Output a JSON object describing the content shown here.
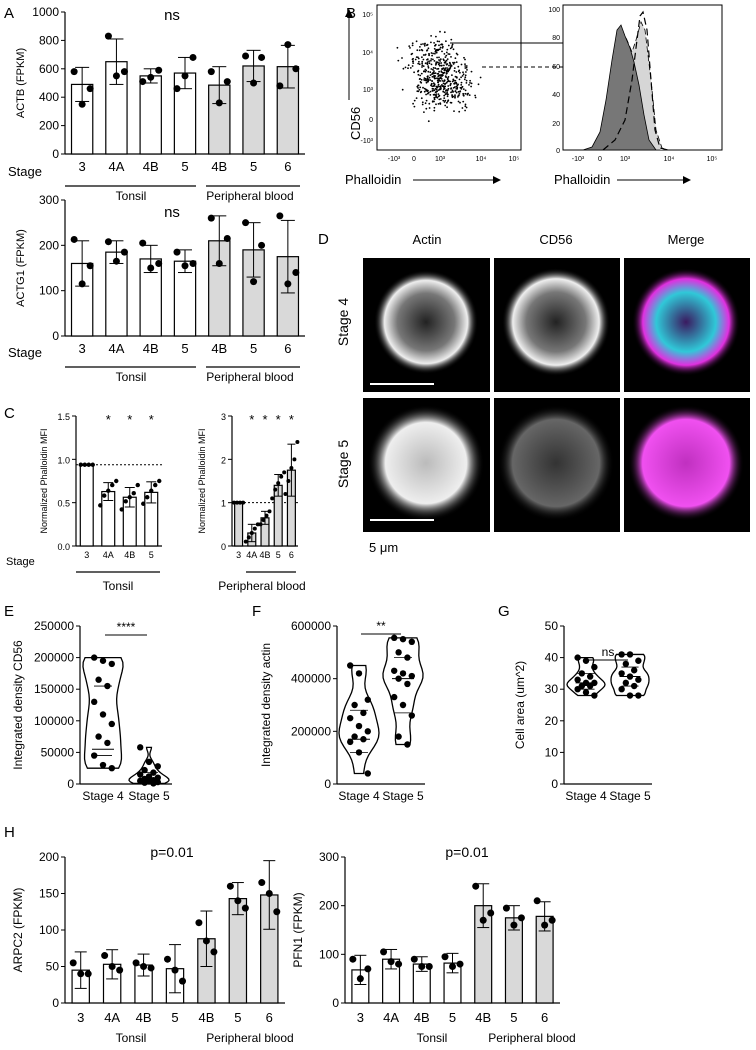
{
  "panel_labels": {
    "A": "A",
    "B": "B",
    "C": "C",
    "D": "D",
    "E": "E",
    "F": "F",
    "G": "G",
    "H": "H"
  },
  "colors": {
    "tonsil_bar": "#ffffff",
    "blood_bar": "#d9d9d9",
    "edge": "#000000",
    "cyan": "#30c8d8",
    "magenta": "#e030e0"
  },
  "panel_a": {
    "stage_word": "Stage",
    "tonsil_label": "Tonsil",
    "blood_label": "Peripheral blood",
    "top": {
      "ylabel": "ACTB (FPKM)",
      "sig": "ns",
      "ticks": [
        "0",
        "200",
        "400",
        "600",
        "800",
        "1000"
      ]
    },
    "bottom": {
      "ylabel": "ACTG1 (FPKM)",
      "sig": "ns",
      "ticks": [
        "0",
        "100",
        "200",
        "300"
      ]
    }
  },
  "panel_b": {
    "dot_xlabel": "Phalloidin",
    "dot_ylabel": "CD56",
    "dot_xticks": [
      "-10³",
      "0",
      "10³",
      "10⁴",
      "10⁵"
    ],
    "dot_yticks": [
      "10⁵",
      "10⁴",
      "10³",
      "0",
      "-10³"
    ],
    "hist_xlabel": "Phalloidin",
    "hist_xticks": [
      "-10³",
      "0",
      "10³",
      "10⁴",
      "10⁵"
    ],
    "hist_yticks": [
      "100",
      "80",
      "60",
      "40",
      "20",
      "0"
    ]
  },
  "panel_c": {
    "ylabel": "Normalized Phalloidin MFI",
    "stage_word": "Stage",
    "left_group": "Tonsil",
    "right_group": "Peripheral blood",
    "left_yticks": [
      "0.0",
      "0.5",
      "1.0",
      "1.5"
    ],
    "right_yticks": [
      "0",
      "1",
      "2",
      "3"
    ]
  },
  "panel_d": {
    "cols": [
      "Actin",
      "CD56",
      "Merge"
    ],
    "rows": [
      "Stage 4",
      "Stage 5"
    ],
    "scale": "5 μm"
  },
  "panel_e": {
    "ylabel": "Integrated density CD56",
    "sig": "****",
    "yticks": [
      "0",
      "50000",
      "100000",
      "150000",
      "200000",
      "250000"
    ]
  },
  "panel_f": {
    "ylabel": "Integrated density actin",
    "sig": "**",
    "yticks": [
      "0",
      "200000",
      "400000",
      "600000"
    ]
  },
  "panel_g": {
    "ylabel": "Cell area (um^2)",
    "sig": "ns",
    "yticks": [
      "0",
      "10",
      "20",
      "30",
      "40",
      "50"
    ]
  },
  "panel_h": {
    "left": {
      "ylabel": "ARPC2 (FPKM)",
      "sig": "p=0.01",
      "yticks": [
        "0",
        "50",
        "100",
        "150",
        "200"
      ]
    },
    "right": {
      "ylabel": "PFN1 (FPKM)",
      "sig": "p=0.01",
      "yticks": [
        "0",
        "100",
        "200",
        "300"
      ]
    },
    "tonsil_label": "Tonsil",
    "blood_label": "Peripheral blood"
  },
  "chart_data": [
    {
      "id": "A_top",
      "type": "bar",
      "categories": [
        "3",
        "4A",
        "4B",
        "5",
        "4B",
        "5",
        "6"
      ],
      "groups": [
        "Tonsil",
        "Tonsil",
        "Tonsil",
        "Tonsil",
        "Peripheral blood",
        "Peripheral blood",
        "Peripheral blood"
      ],
      "values": [
        490,
        650,
        550,
        570,
        485,
        620,
        615
      ],
      "err": [
        120,
        160,
        50,
        110,
        130,
        110,
        150
      ],
      "points": [
        [
          580,
          350,
          460
        ],
        [
          830,
          550,
          580
        ],
        [
          510,
          540,
          590
        ],
        [
          460,
          550,
          680
        ],
        [
          580,
          360,
          510
        ],
        [
          690,
          500,
          680
        ],
        [
          480,
          770,
          600
        ]
      ],
      "ylabel": "ACTB (FPKM)",
      "ylim": [
        0,
        1000
      ],
      "annotation": "ns"
    },
    {
      "id": "A_bottom",
      "type": "bar",
      "categories": [
        "3",
        "4A",
        "4B",
        "5",
        "4B",
        "5",
        "6"
      ],
      "groups": [
        "Tonsil",
        "Tonsil",
        "Tonsil",
        "Tonsil",
        "Peripheral blood",
        "Peripheral blood",
        "Peripheral blood"
      ],
      "values": [
        160,
        185,
        170,
        165,
        210,
        190,
        175
      ],
      "err": [
        50,
        25,
        30,
        25,
        55,
        60,
        80
      ],
      "points": [
        [
          213,
          115,
          155
        ],
        [
          208,
          165,
          185
        ],
        [
          205,
          150,
          160
        ],
        [
          185,
          155,
          160
        ],
        [
          260,
          160,
          215
        ],
        [
          250,
          120,
          200
        ],
        [
          265,
          115,
          140
        ]
      ],
      "ylabel": "ACTG1 (FPKM)",
      "ylim": [
        0,
        300
      ],
      "annotation": "ns"
    },
    {
      "id": "C_left",
      "type": "bar",
      "group": "Tonsil",
      "categories": [
        "3",
        "4A",
        "4B",
        "5"
      ],
      "values": [
        1.0,
        0.67,
        0.6,
        0.66
      ],
      "err": [
        0.01,
        0.11,
        0.12,
        0.13
      ],
      "points": [
        [
          1.0,
          1.0,
          1.0,
          1.0
        ],
        [
          0.5,
          0.62,
          0.68,
          0.75,
          0.8
        ],
        [
          0.45,
          0.55,
          0.6,
          0.65,
          0.75
        ],
        [
          0.52,
          0.6,
          0.68,
          0.75,
          0.8
        ]
      ],
      "ylabel": "Normalized Phalloidin MFI",
      "ylim": [
        0,
        1.6
      ],
      "reference_line": 1.0,
      "annotations": [
        "",
        "*",
        "*",
        "*"
      ]
    },
    {
      "id": "C_right",
      "type": "bar",
      "group": "Peripheral blood",
      "categories": [
        "3",
        "4A",
        "4B",
        "5",
        "6"
      ],
      "values": [
        1.0,
        0.3,
        0.65,
        1.4,
        1.75
      ],
      "err": [
        0.01,
        0.2,
        0.15,
        0.25,
        0.6
      ],
      "points": [
        [
          1.0,
          1.0,
          1.0,
          1.0
        ],
        [
          0.1,
          0.2,
          0.3,
          0.4,
          0.5
        ],
        [
          0.5,
          0.6,
          0.7,
          0.8
        ],
        [
          1.1,
          1.3,
          1.45,
          1.6,
          1.7
        ],
        [
          1.2,
          1.5,
          1.8,
          2.0,
          2.4
        ]
      ],
      "ylabel": "Normalized Phalloidin MFI",
      "ylim": [
        0,
        3
      ],
      "reference_line": 1.0,
      "annotations": [
        "",
        "*",
        "*",
        "*",
        "*"
      ]
    },
    {
      "id": "E",
      "type": "violin",
      "categories": [
        "Stage 4",
        "Stage 5"
      ],
      "points": [
        [
          200000,
          195000,
          190000,
          165000,
          155000,
          130000,
          110000,
          95000,
          75000,
          65000,
          45000,
          30000,
          25000
        ],
        [
          58000,
          35000,
          28000,
          22000,
          18000,
          15000,
          12000,
          10000,
          8000,
          6000,
          5000,
          4000,
          3000,
          2000,
          1000
        ]
      ],
      "median": [
        55000,
        8000
      ],
      "quartiles": [
        [
          45000,
          155000
        ],
        [
          3000,
          18000
        ]
      ],
      "ylabel": "Integrated density CD56",
      "ylim": [
        0,
        250000
      ],
      "annotation": "****"
    },
    {
      "id": "F",
      "type": "violin",
      "categories": [
        "Stage 4",
        "Stage 5"
      ],
      "points": [
        [
          450000,
          420000,
          320000,
          300000,
          270000,
          250000,
          220000,
          200000,
          180000,
          170000,
          160000,
          120000,
          40000
        ],
        [
          555000,
          550000,
          540000,
          500000,
          480000,
          430000,
          420000,
          410000,
          400000,
          380000,
          330000,
          300000,
          260000,
          180000,
          150000
        ]
      ],
      "median": [
        170000,
        400000
      ],
      "quartiles": [
        [
          120000,
          280000
        ],
        [
          270000,
          480000
        ]
      ],
      "ylabel": "Integrated density actin",
      "ylim": [
        0,
        600000
      ],
      "annotation": "**"
    },
    {
      "id": "G",
      "type": "violin",
      "categories": [
        "Stage 4",
        "Stage 5"
      ],
      "points": [
        [
          40,
          39,
          37,
          35,
          34,
          33,
          32,
          32,
          31,
          31,
          30,
          29,
          28
        ],
        [
          41,
          41,
          39,
          38,
          36,
          35,
          34,
          33,
          32,
          31,
          30,
          28,
          28
        ]
      ],
      "median": [
        32,
        34
      ],
      "quartiles": [
        [
          30,
          35
        ],
        [
          31,
          37
        ]
      ],
      "ylabel": "Cell area (um^2)",
      "ylim": [
        0,
        50
      ],
      "annotation": "ns"
    },
    {
      "id": "H_left",
      "type": "bar",
      "categories": [
        "3",
        "4A",
        "4B",
        "5",
        "4B",
        "5",
        "6"
      ],
      "groups": [
        "Tonsil",
        "Tonsil",
        "Tonsil",
        "Tonsil",
        "Peripheral blood",
        "Peripheral blood",
        "Peripheral blood"
      ],
      "values": [
        45,
        53,
        52,
        47,
        88,
        143,
        148
      ],
      "err": [
        25,
        20,
        15,
        33,
        38,
        22,
        47
      ],
      "points": [
        [
          55,
          40,
          40
        ],
        [
          65,
          50,
          45
        ],
        [
          55,
          50,
          48
        ],
        [
          60,
          45,
          30
        ],
        [
          110,
          85,
          70
        ],
        [
          160,
          140,
          130
        ],
        [
          165,
          150,
          125
        ]
      ],
      "ylabel": "ARPC2 (FPKM)",
      "ylim": [
        0,
        200
      ],
      "annotation": "p=0.01"
    },
    {
      "id": "H_right",
      "type": "bar",
      "categories": [
        "3",
        "4A",
        "4B",
        "5",
        "4B",
        "5",
        "6"
      ],
      "groups": [
        "Tonsil",
        "Tonsil",
        "Tonsil",
        "Tonsil",
        "Peripheral blood",
        "Peripheral blood",
        "Peripheral blood"
      ],
      "values": [
        68,
        90,
        80,
        82,
        200,
        175,
        178
      ],
      "err": [
        30,
        20,
        15,
        20,
        45,
        25,
        30
      ],
      "points": [
        [
          90,
          50,
          70
        ],
        [
          105,
          85,
          80
        ],
        [
          90,
          75,
          75
        ],
        [
          95,
          75,
          80
        ],
        [
          240,
          170,
          185
        ],
        [
          195,
          160,
          175
        ],
        [
          210,
          160,
          170
        ]
      ],
      "ylabel": "PFN1 (FPKM)",
      "ylim": [
        0,
        300
      ],
      "annotation": "p=0.01"
    }
  ]
}
